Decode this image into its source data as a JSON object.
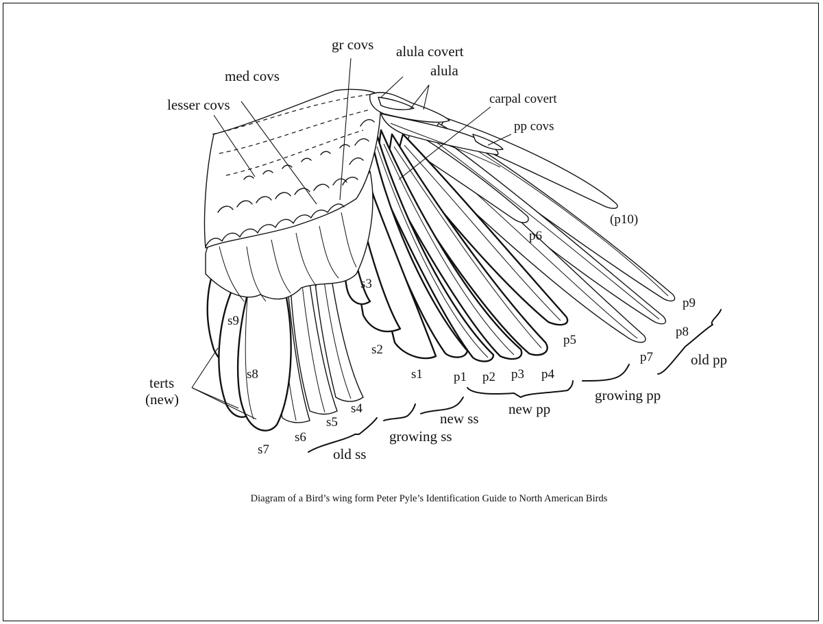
{
  "labels": {
    "gr_covs": "gr covs",
    "alula_covert": "alula covert",
    "alula": "alula",
    "med_covs": "med covs",
    "lesser_covs": "lesser covs",
    "carpal_covert": "carpal covert",
    "pp_covs": "pp covs",
    "p10": "(p10)",
    "p6": "p6",
    "p9": "p9",
    "p8": "p8",
    "p7": "p7",
    "p5": "p5",
    "p4": "p4",
    "p3": "p3",
    "p2": "p2",
    "p1": "p1",
    "s1": "s1",
    "s2": "s2",
    "s3": "s3",
    "s4": "s4",
    "s5": "s5",
    "s6": "s6",
    "s7": "s7",
    "s8": "s8",
    "s9": "s9",
    "terts": "terts",
    "terts_new": "(new)",
    "old_pp": "old pp",
    "growing_pp": "growing pp",
    "new_pp": "new pp",
    "new_ss": "new ss",
    "growing_ss": "growing ss",
    "old_ss": "old ss"
  },
  "caption": "Diagram of a Bird’s wing  form Peter Pyle’s Identification Guide to North American Birds"
}
